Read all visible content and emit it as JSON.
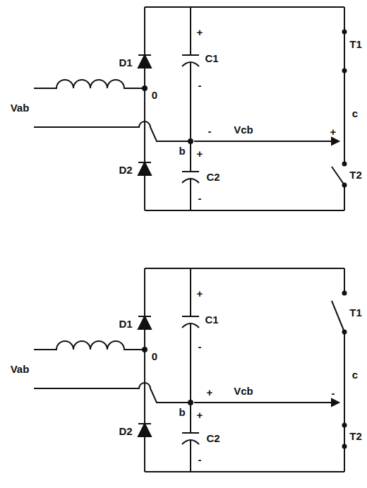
{
  "diagram": {
    "labels": [
      "+",
      "D1",
      "C1",
      "T1",
      "0",
      "-",
      "c",
      "Vab",
      "Vcb",
      "-",
      "+",
      "b",
      "+",
      "D2",
      "C2",
      "T2",
      "-",
      "+",
      "T1",
      "D1",
      "C1",
      "0",
      "-",
      "Vab",
      "Vcb",
      "-",
      "b",
      "+",
      "c",
      "+",
      "D2",
      "C2",
      "T2",
      "-"
    ]
  }
}
